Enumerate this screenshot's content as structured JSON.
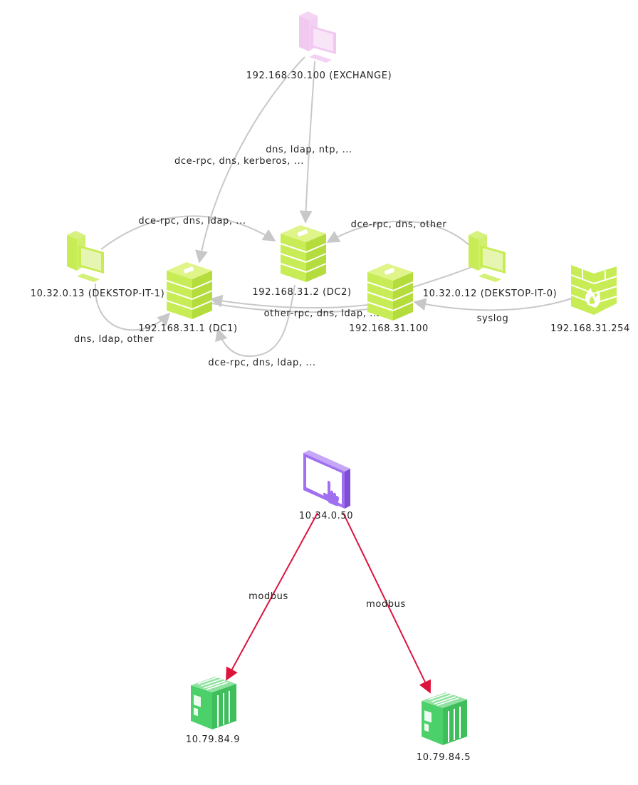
{
  "colors": {
    "edge_gray": "#c8c8c8",
    "edge_red": "#dc143c",
    "it_device": "#c8ec55",
    "it_device_dark": "#a9cc33",
    "exchange": "#f0c8f0",
    "hmi": "#a070f0",
    "plc": "#4cd06a",
    "plc_dark": "#2e9a48"
  },
  "nodes": {
    "exchange": {
      "label": "192.168.30.100 (EXCHANGE)",
      "icon": "workstation-icon"
    },
    "dc2": {
      "label": "192.168.31.2 (DC2)",
      "icon": "server-icon"
    },
    "dc1": {
      "label": "192.168.31.1 (DC1)",
      "icon": "server-icon"
    },
    "srv100": {
      "label": "192.168.31.100",
      "icon": "server-icon"
    },
    "it1": {
      "label": "10.32.0.13 (DEKSTOP-IT-1)",
      "icon": "workstation-icon"
    },
    "it0": {
      "label": "10.32.0.12 (DEKSTOP-IT-0)",
      "icon": "workstation-icon"
    },
    "fw": {
      "label": "192.168.31.254",
      "icon": "firewall-icon"
    },
    "hmi": {
      "label": "10.34.0.50",
      "icon": "hmi-touch-icon"
    },
    "plc1": {
      "label": "10.79.84.9",
      "icon": "plc-icon"
    },
    "plc2": {
      "label": "10.79.84.5",
      "icon": "plc-icon"
    }
  },
  "edges": {
    "exchange_dc2": "dns, ldap, ntp, ...",
    "exchange_dc1": "dce-rpc, dns, kerberos, ...",
    "it1_dc2": "dce-rpc, dns, ldap, ...",
    "it0_dc2": "dce-rpc, dns, other",
    "it1_dc1": "dns, ldap, other",
    "srv100_dc1": "other-rpc, dns, ldap, ...",
    "dc2_dc1": "dce-rpc, dns, ldap, ...",
    "fw_srv100": "syslog",
    "hmi_plc1": "modbus",
    "hmi_plc2": "modbus"
  }
}
